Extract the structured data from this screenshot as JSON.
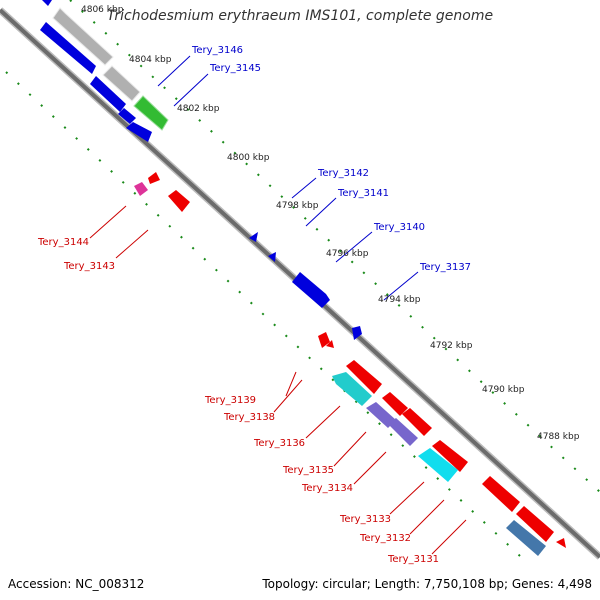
{
  "title": "Trichodesmium erythraeum IMS101, complete genome",
  "footer": {
    "accession": "Accession: NC_008312",
    "topology": "Topology: circular; Length: 7,750,108 bp; Genes: 4,498"
  },
  "position_labels": [
    "4806 kbp",
    "4804 kbp",
    "4802 kbp",
    "4800 kbp",
    "4798 kbp",
    "4796 kbp",
    "4794 kbp",
    "4792 kbp",
    "4790 kbp",
    "4788 kbp"
  ],
  "forward_gene_labels": [
    "Tery_3146",
    "Tery_3145",
    "Tery_3142",
    "Tery_3141",
    "Tery_3140",
    "Tery_3137"
  ],
  "reverse_gene_labels": [
    "Tery_3144",
    "Tery_3143",
    "Tery_3139",
    "Tery_3138",
    "Tery_3136",
    "Tery_3135",
    "Tery_3134",
    "Tery_3133",
    "Tery_3132",
    "Tery_3131"
  ],
  "colors": {
    "forward": "#0000ee",
    "reverse": "#ee0000",
    "forward_label": "#0000cc",
    "reverse_label": "#cc0000",
    "backbone": "#666666",
    "tick": "#008800"
  }
}
